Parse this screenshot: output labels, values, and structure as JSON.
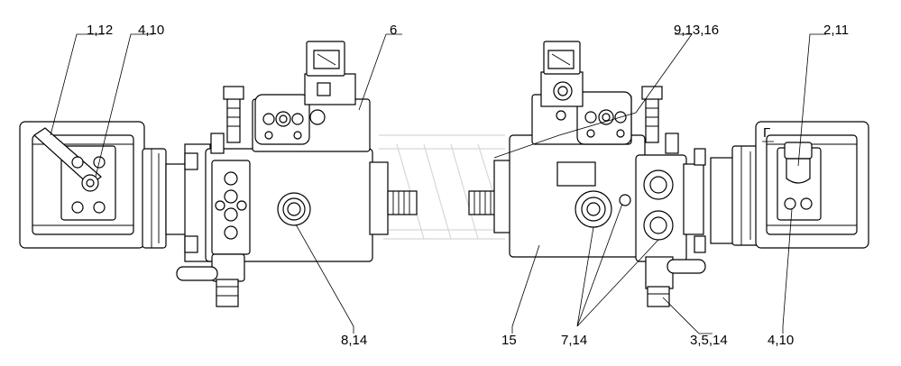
{
  "drawing": {
    "callouts": {
      "c_1_12": "1,12",
      "c_4_10_top": "4,10",
      "c_6": "6",
      "c_9_13_16": "9,13,16",
      "c_2_11": "2,11",
      "c_8_14": "8,14",
      "c_15": "15",
      "c_7_14": "7,14",
      "c_3_5_14": "3,5,14",
      "c_4_10_bottom": "4,10"
    },
    "view_mark": "Г"
  }
}
